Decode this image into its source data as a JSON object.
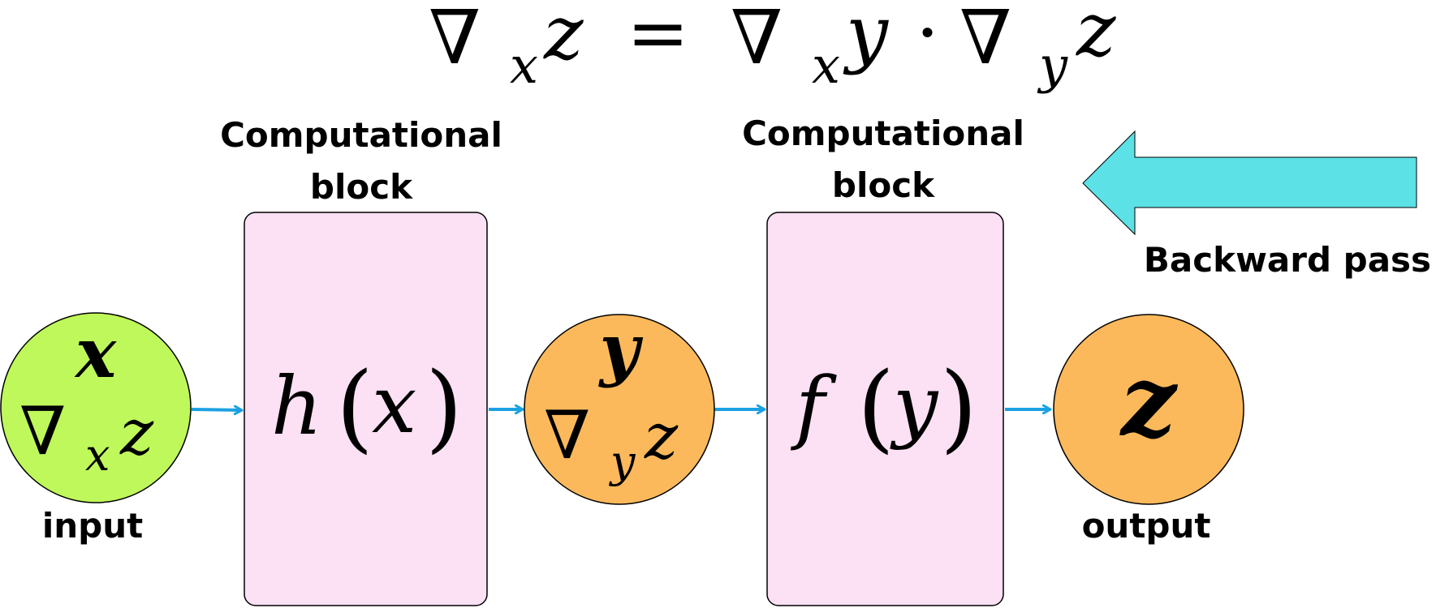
{
  "formula": {
    "lhs_op": "∇",
    "lhs_sub": "x",
    "lhs_var": "z",
    "eq": "=",
    "r1_op": "∇",
    "r1_sub": "x",
    "r1_var": "y",
    "dot": "·",
    "r2_op": "∇",
    "r2_sub": "y",
    "r2_var": "z"
  },
  "blocks": [
    {
      "caption_line1": "Computational",
      "caption_line2": "block",
      "fn": "h",
      "arg": "x"
    },
    {
      "caption_line1": "Computational",
      "caption_line2": "block",
      "fn": "f",
      "arg": "y"
    }
  ],
  "nodes": {
    "input": {
      "var": "x",
      "grad_op": "∇",
      "grad_sub": "x",
      "grad_var": "z",
      "caption": "input"
    },
    "middle": {
      "var": "y",
      "grad_op": "∇",
      "grad_sub": "y",
      "grad_var": "z"
    },
    "output": {
      "var": "z",
      "caption": "output"
    }
  },
  "backward": {
    "label": "Backward pass"
  },
  "colors": {
    "input_fill": "#bff85a",
    "node_fill": "#fbb95c",
    "block_fill": "#fce0f3",
    "edge": "#1ba1e2",
    "backward_arrow": "#5ce1e6",
    "outline": "#000000"
  }
}
